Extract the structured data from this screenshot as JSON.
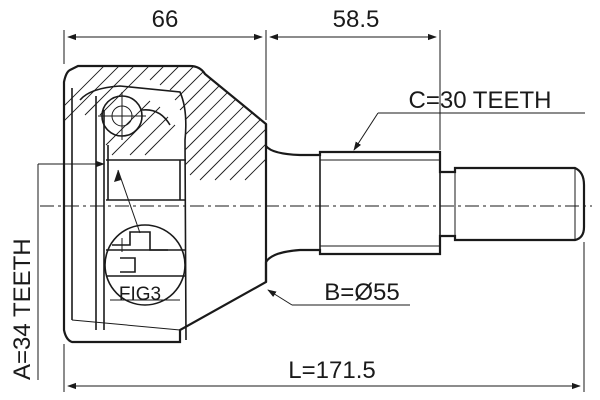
{
  "dimensions": {
    "housing_length": "66",
    "shaft_length": "58.5",
    "total_length": "L=171.5"
  },
  "specs": {
    "outer_teeth": "C=30 TEETH",
    "inner_teeth": "A=34 TEETH",
    "outer_diameter": "B=Ø55"
  },
  "labels": {
    "figure": "FIG3"
  }
}
